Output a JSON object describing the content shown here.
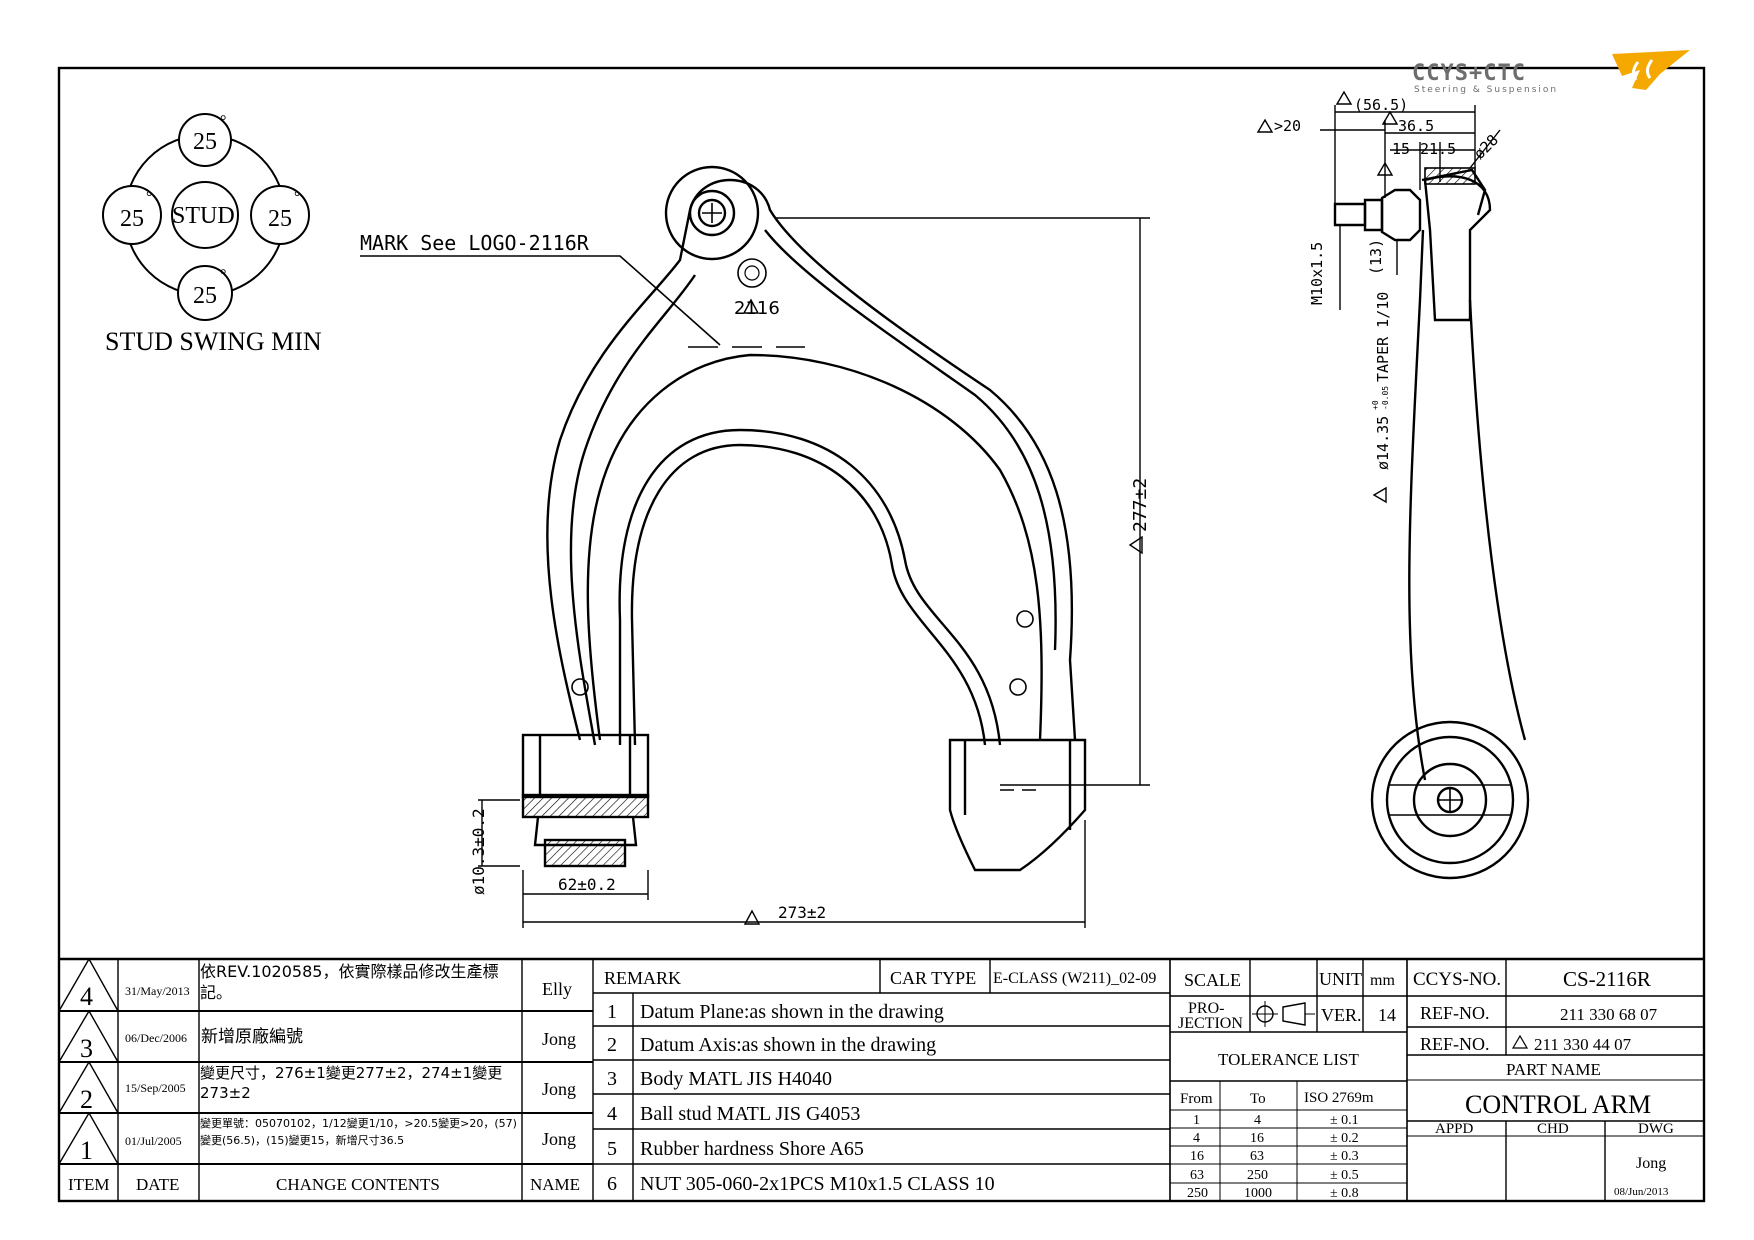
{
  "brand": {
    "logo_text": "CCYS+CTC",
    "tagline": "Steering & Suspension",
    "accent": "#f4a800",
    "grey": "#6d6d6d"
  },
  "swing": {
    "top": "25",
    "left": "25",
    "right": "25",
    "bottom": "25",
    "center": "STUD",
    "deg": "°",
    "caption": "STUD SWING MIN"
  },
  "front_view": {
    "mark_note": "MARK See LOGO-2116R",
    "mark_id": "2116",
    "dim_height": "277±2",
    "dim_bush_dia": "ø10.3±0.2",
    "dim_bush_width": "62±0.2",
    "dim_width": "273±2"
  },
  "side_view": {
    "dim_56": "(56.5)",
    "dim_36": "36.5",
    "dim_20": ">20",
    "dim_15": "15",
    "dim_21": "21.5",
    "dim_28": "ø28",
    "thread": "M10x1.5",
    "dim_13": "(13)",
    "taper": "TAPER 1/10",
    "taper_dia": "ø14.35",
    "taper_tol_plus": "+0",
    "taper_tol_minus": "-0.05"
  },
  "revisions": [
    {
      "item": "4",
      "date": "31/May/2013",
      "content": "依REV.1020585，依實際樣品修改生產標記。",
      "name": "Elly"
    },
    {
      "item": "3",
      "date": "06/Dec/2006",
      "content": "新增原廠編號",
      "name": "Jong"
    },
    {
      "item": "2",
      "date": "15/Sep/2005",
      "content": "變更尺寸，276±1變更277±2，274±1變更273±2",
      "name": "Jong"
    },
    {
      "item": "1",
      "date": "01/Jul/2005",
      "content": "變更單號：05070102，1/12變更1/10，>20.5變更>20，(57)變更(56.5)，(15)變更15，新增尺寸36.5",
      "name": "Jong"
    }
  ],
  "rev_header": {
    "item": "ITEM",
    "date": "DATE",
    "content": "CHANGE CONTENTS",
    "name": "NAME"
  },
  "remark": {
    "label": "REMARK",
    "car_type_label": "CAR TYPE",
    "car_type": "E-CLASS (W211)_02-09",
    "items": [
      {
        "no": "1",
        "text": "Datum Plane:as shown in the drawing"
      },
      {
        "no": "2",
        "text": "Datum Axis:as shown in the drawing"
      },
      {
        "no": "3",
        "text": "Body MATL JIS H4040"
      },
      {
        "no": "4",
        "text": "Ball stud MATL JIS G4053"
      },
      {
        "no": "5",
        "text": "Rubber hardness Shore A65"
      },
      {
        "no": "6",
        "text": "NUT 305-060-2x1PCS M10x1.5 CLASS 10"
      }
    ]
  },
  "scale": {
    "label": "SCALE",
    "unit_label": "UNIT",
    "unit": "mm",
    "projection_line1": "PRO-",
    "projection_line2": "JECTION",
    "ver_label": "VER.",
    "ver": "14"
  },
  "tolerance": {
    "title": "TOLERANCE LIST",
    "headers": [
      "From",
      "To",
      "ISO 2769m"
    ],
    "rows": [
      [
        "1",
        "4",
        "± 0.1"
      ],
      [
        "4",
        "16",
        "± 0.2"
      ],
      [
        "16",
        "63",
        "± 0.3"
      ],
      [
        "63",
        "250",
        "± 0.5"
      ],
      [
        "250",
        "1000",
        "± 0.8"
      ]
    ]
  },
  "title_block": {
    "ccys_label": "CCYS-NO.",
    "ccys_no": "CS-2116R",
    "ref_label": "REF-NO.",
    "ref1": "211 330 68 07",
    "ref2": "211 330 44 07",
    "part_name_label": "PART NAME",
    "part_name": "CONTROL ARM",
    "appd": "APPD",
    "chd": "CHD",
    "dwg": "DWG",
    "drawer": "Jong",
    "draw_date": "08/Jun/2013"
  }
}
